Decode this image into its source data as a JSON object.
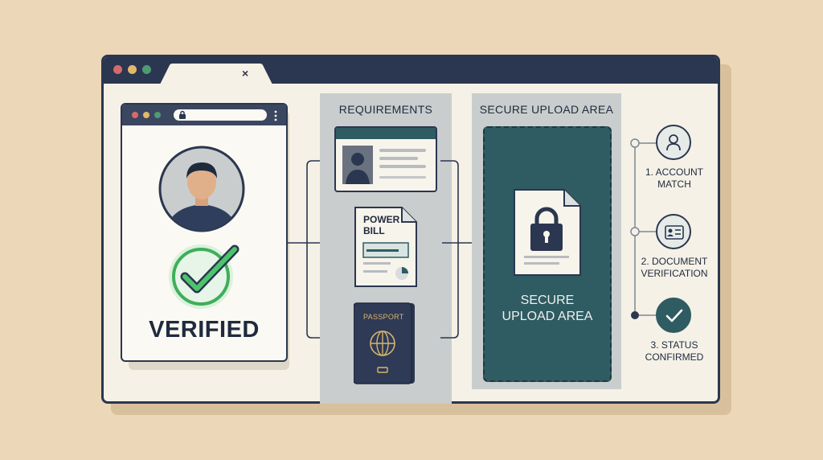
{
  "window": {
    "tab_close": "×"
  },
  "profile": {
    "status_label": "VERIFIED"
  },
  "requirements": {
    "title": "REQUIREMENTS",
    "power_bill_label": "POWER\nBILL",
    "passport_label": "PASSPORT"
  },
  "upload": {
    "title": "SECURE UPLOAD AREA",
    "dropzone_label": "SECURE\nUPLOAD AREA"
  },
  "steps": [
    {
      "label": "1. ACCOUNT\nMATCH",
      "icon": "user-icon"
    },
    {
      "label": "2. DOCUMENT\nVERIFICATION",
      "icon": "id-card-icon"
    },
    {
      "label": "3. STATUS\nCONFIRMED",
      "icon": "check-icon"
    }
  ],
  "colors": {
    "navy": "#2b3650",
    "teal": "#2f5b63",
    "green": "#3fae5a",
    "background": "#ecd7b8"
  }
}
